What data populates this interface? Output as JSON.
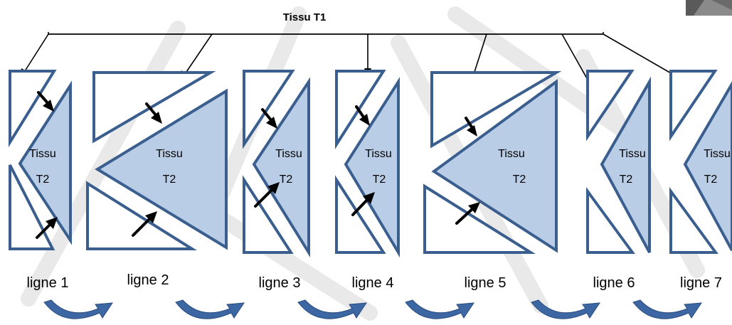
{
  "diagram": {
    "title": "Tissu T1",
    "piece_label_line1": "Tissu",
    "piece_label_line2": "T2",
    "rows": [
      {
        "label": "ligne 1"
      },
      {
        "label": "ligne 2"
      },
      {
        "label": "ligne 3"
      },
      {
        "label": "ligne 4"
      },
      {
        "label": "ligne 5"
      },
      {
        "label": "ligne 6"
      },
      {
        "label": "ligne 7"
      }
    ]
  },
  "colors": {
    "outline": "#3a5f8f",
    "fill_t2": "#b9cde6",
    "arrow": "#000000",
    "curl_arrow": "#3d67a3"
  }
}
